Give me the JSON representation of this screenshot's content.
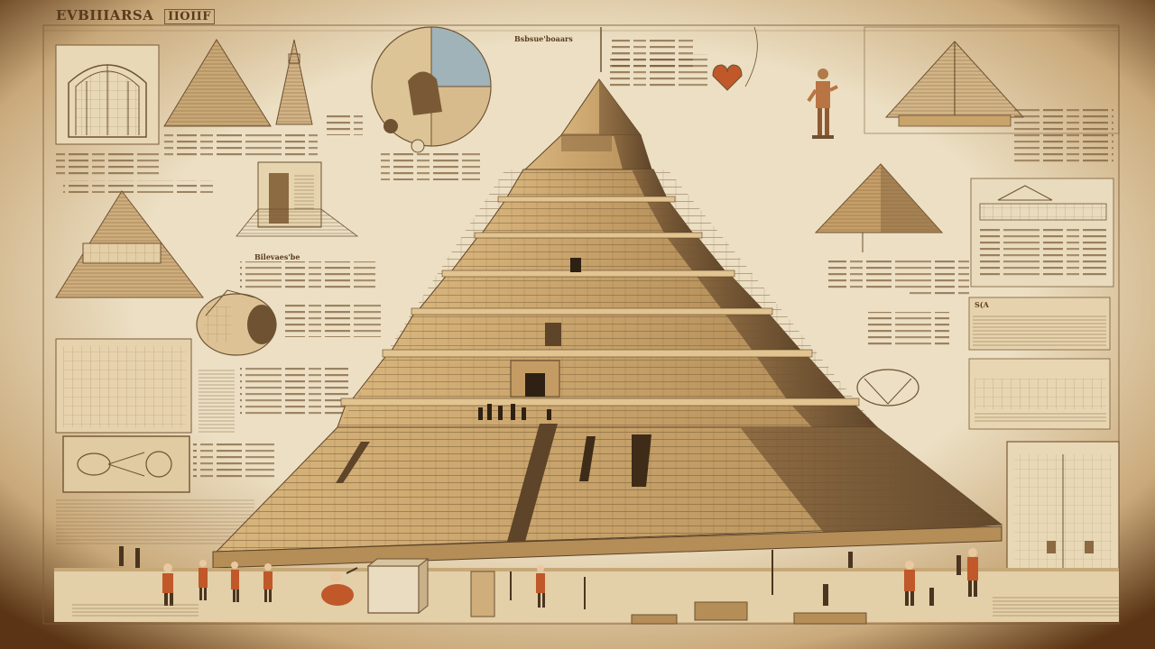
{
  "header": {
    "title": "EVBIIIARSA",
    "badge": "IIOIIF"
  },
  "labels": {
    "center_caption": "Bsbsue'boaars",
    "left_caption": "Bilevaes'be",
    "side_caption": "S(A"
  },
  "colors": {
    "parchment": "#e9dcbf",
    "vignette": "#5a3414",
    "ink": "#7a5a36",
    "stone_light": "#c8a36a",
    "stone_mid": "#a9824e",
    "stone_dark": "#6e5232",
    "worker_orange": "#c0582a"
  },
  "icons": {
    "pyramid": "pyramid-icon",
    "statue": "statue-icon",
    "heart": "heart-icon",
    "pie_diagram": "pie-diagram-icon"
  }
}
